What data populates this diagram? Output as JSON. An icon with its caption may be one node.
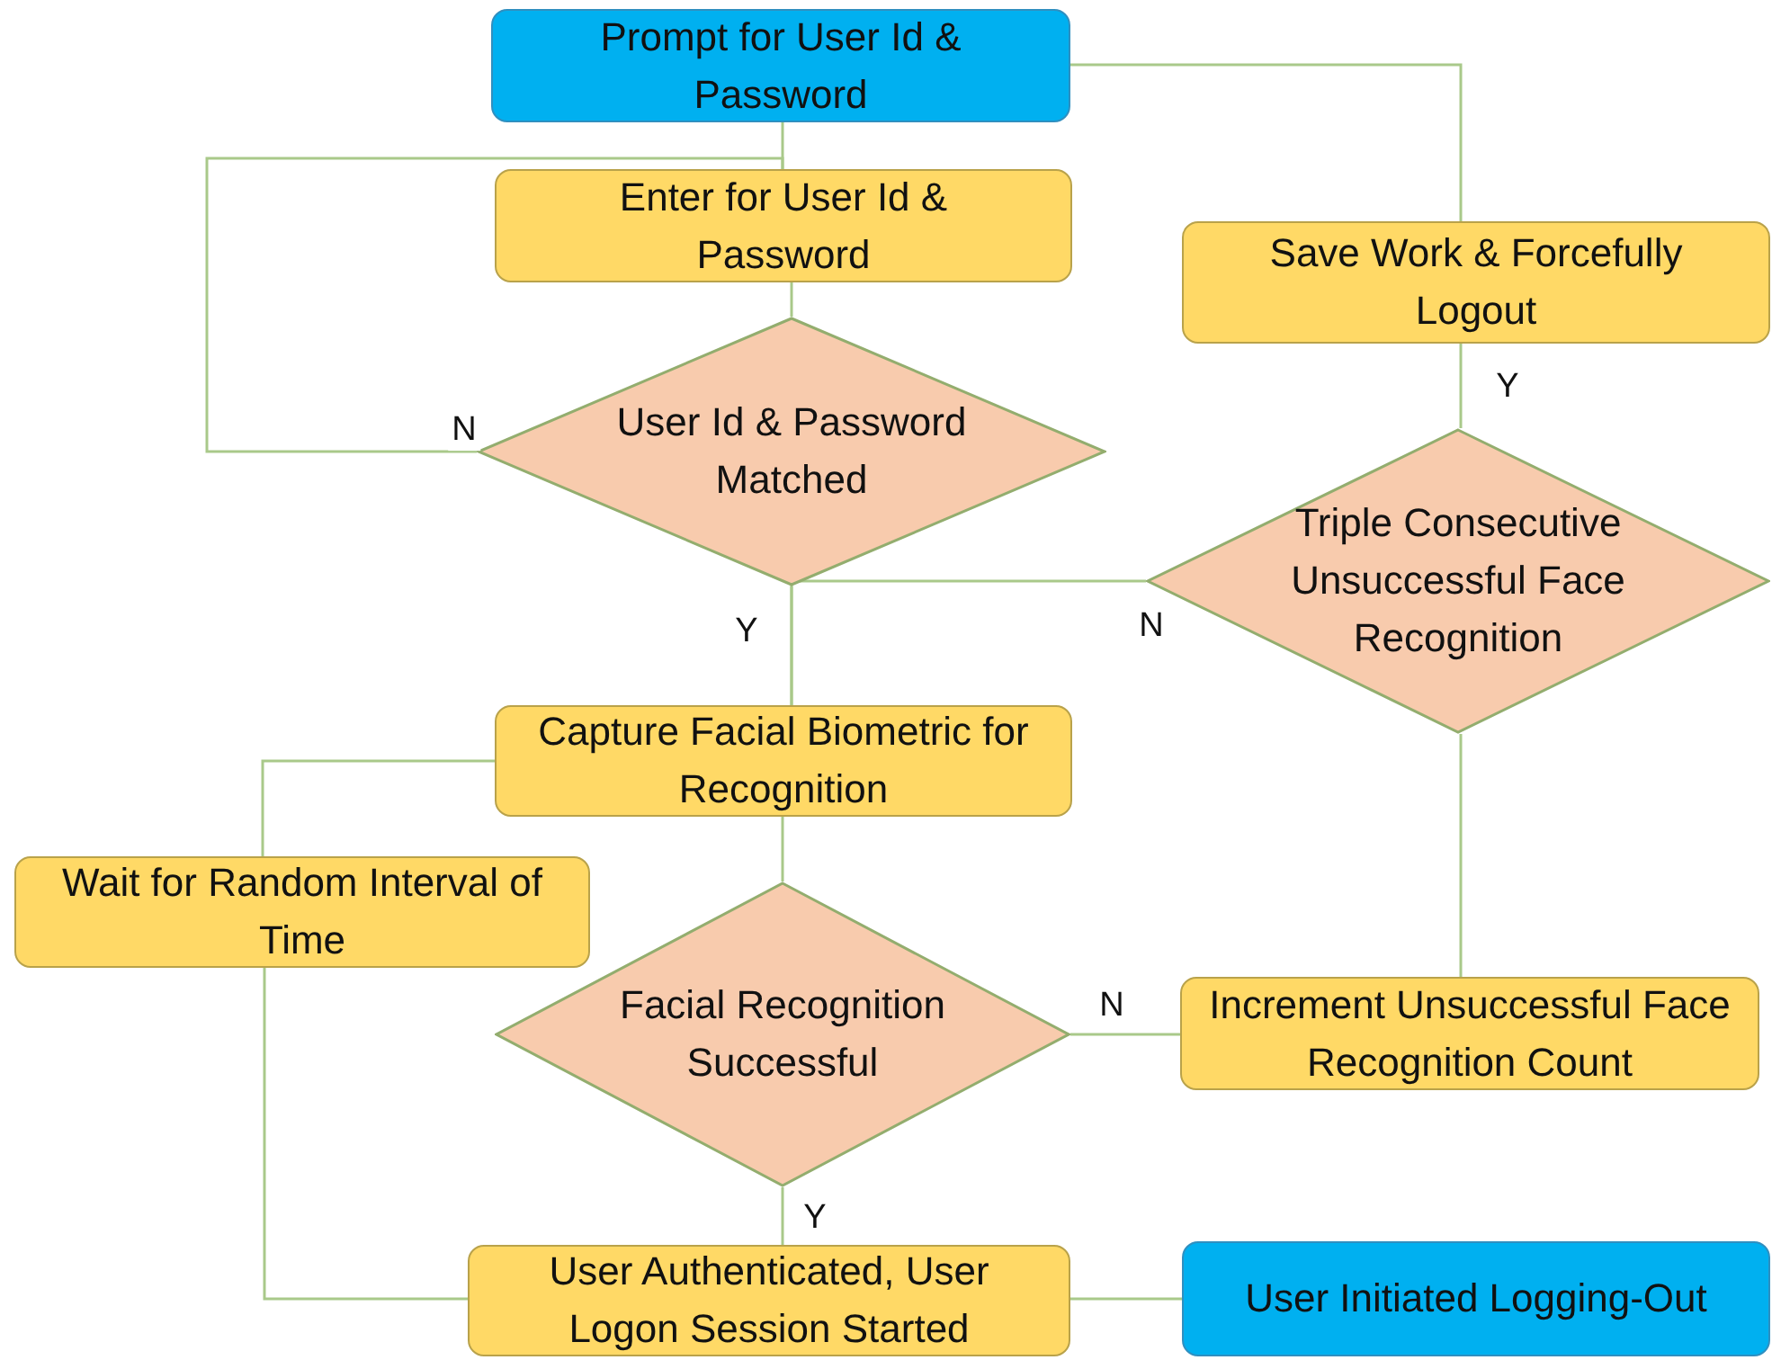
{
  "diagram": {
    "nodes": [
      {
        "text": [
          "Prompt for User Id & Password"
        ]
      },
      {
        "text": [
          "Enter for User Id & Password"
        ]
      },
      {
        "text": [
          "User Id & Password Matched"
        ]
      },
      {
        "text": [
          "Save Work & Forcefully Logout"
        ]
      },
      {
        "text": [
          "Triple Consecutive Unsuccessful Face Recognition"
        ]
      },
      {
        "text": [
          "Capture Facial Biometric for Recognition"
        ]
      },
      {
        "text": [
          "Wait for Random Interval of Time"
        ]
      },
      {
        "text": [
          "Facial Recognition Successful"
        ]
      },
      {
        "text": [
          "Increment Unsuccessful Face Recognition Count"
        ]
      },
      {
        "text": [
          "User Authenticated, User Logon Session Started"
        ]
      },
      {
        "text": [
          "User Initiated Logging-Out"
        ]
      }
    ],
    "edges": [
      {
        "from": 0,
        "to": 1,
        "arrow": "none"
      },
      {
        "from": 1,
        "to": 2,
        "arrow": "none"
      },
      {
        "from": 2,
        "to": 1,
        "arrow": "none",
        "label": "N"
      },
      {
        "from": 2,
        "to": 5,
        "arrow": "none",
        "label": "Y"
      },
      {
        "from": 4,
        "to": 5,
        "arrow": "none",
        "label": "N"
      },
      {
        "from": 0,
        "to": 3,
        "arrow": "none"
      },
      {
        "from": 4,
        "to": 3,
        "arrow": "none",
        "label": "Y"
      },
      {
        "from": 5,
        "to": 6,
        "arrow": "none"
      },
      {
        "from": 6,
        "to": 9,
        "arrow": "none"
      },
      {
        "from": 5,
        "to": 7,
        "arrow": "none"
      },
      {
        "from": 7,
        "to": 8,
        "arrow": "none",
        "label": "N"
      },
      {
        "from": 8,
        "to": 4,
        "arrow": "none"
      },
      {
        "from": 7,
        "to": 9,
        "arrow": "none",
        "label": "Y"
      },
      {
        "from": 9,
        "to": 10,
        "arrow": "none"
      }
    ]
  }
}
